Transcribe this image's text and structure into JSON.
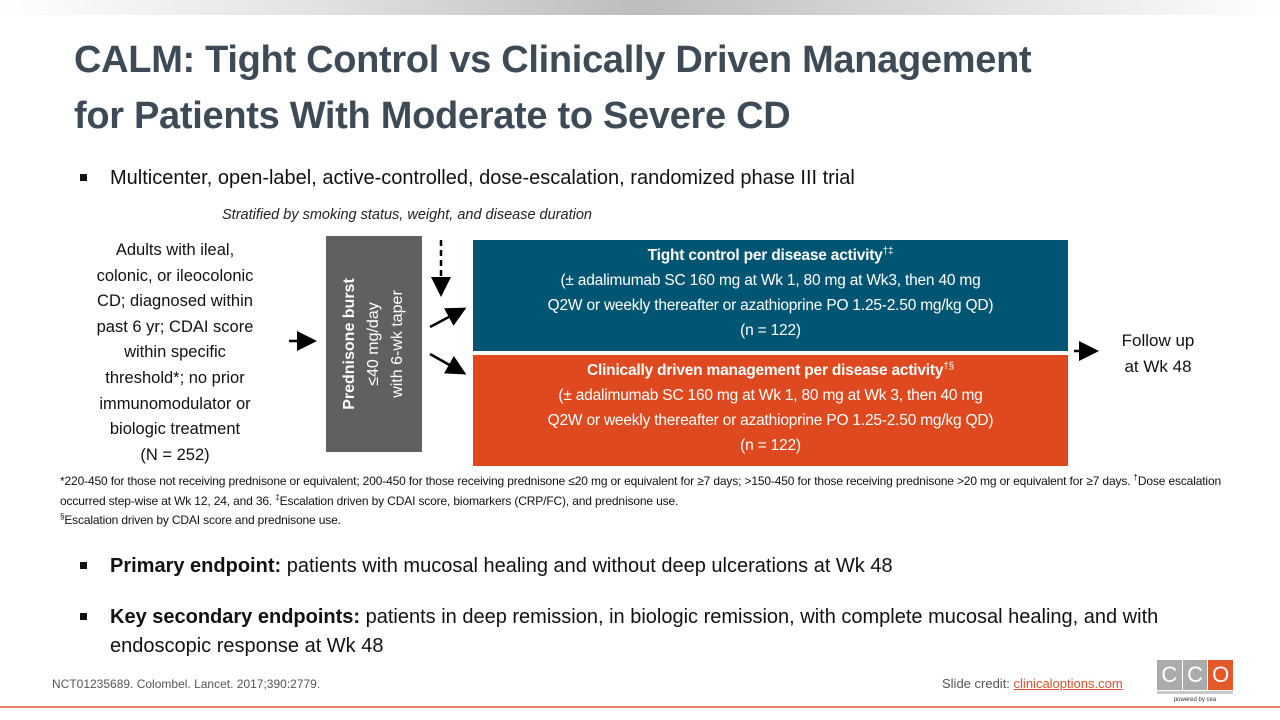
{
  "title": {
    "line1": "CALM: Tight Control vs Clinically Driven Management",
    "line2": "for Patients With Moderate to Severe CD"
  },
  "bullets": {
    "design": "Multicenter, open-label, active-controlled, dose-escalation, randomized phase III trial",
    "primary_label": "Primary endpoint:",
    "primary_text": " patients with mucosal healing and without deep ulcerations at Wk 48",
    "secondary_label": "Key secondary endpoints:",
    "secondary_text": " patients in deep remission, in biologic remission, with complete mucosal healing, and with endoscopic response at Wk 48"
  },
  "diagram": {
    "stratified": "Stratified by smoking status, weight, and disease duration",
    "population": [
      "Adults with ileal,",
      "colonic, or ileocolonic",
      "CD; diagnosed within",
      "past 6 yr; CDAI score",
      "within specific",
      "threshold*; no prior",
      "immunomodulator or",
      "biologic treatment",
      "(N = 252)"
    ],
    "prednisone": {
      "line1": "Prednisone burst",
      "line2": "≤40 mg/day",
      "line3": "with 6-wk taper"
    },
    "arm1": {
      "title": "Tight control per disease activity",
      "sup": "†‡",
      "line1": "(± adalimumab SC 160 mg at Wk 1, 80 mg at Wk3, then 40 mg",
      "line2": "Q2W or weekly thereafter or azathioprine PO 1.25-2.50 mg/kg QD)",
      "n": "(n = 122)"
    },
    "arm2": {
      "title": "Clinically driven management per disease activity",
      "sup": "†§",
      "line1": "(± adalimumab SC 160 mg at Wk 1, 80 mg at Wk 3, then 40 mg",
      "line2": "Q2W or weekly thereafter or azathioprine PO 1.25-2.50 mg/kg QD)",
      "n": "(n = 122)"
    },
    "followup": {
      "line1": "Follow up",
      "line2": "at Wk 48"
    },
    "colors": {
      "tight": "#005672",
      "clinical": "#de491f",
      "prednisone": "#5f6062"
    }
  },
  "footnotes": {
    "f1": "*220-450 for those not receiving prednisone or equivalent; 200-450 for those receiving prednisone ≤20 mg or equivalent for ≥7 days; >150-450 for those receiving prednisone >20 mg or equivalent for ≥7 days. ",
    "f2_mark": "†",
    "f2": "Dose escalation occurred step-wise at Wk 12, 24, and 36. ",
    "f3_mark": "‡",
    "f3": "Escalation driven by CDAI score, biomarkers (CRP/FC), and prednisone use.",
    "f4_mark": "§",
    "f4": "Escalation driven by CDAI score and prednisone use."
  },
  "footer": {
    "citation": "NCT01235689. Colombel. Lancet. 2017;390:2779.",
    "credit_label": "Slide credit: ",
    "credit_link": "clinicaloptions.com",
    "logo_letters": [
      "C",
      "C",
      "O"
    ],
    "logo_tagline": "powered by cea"
  }
}
